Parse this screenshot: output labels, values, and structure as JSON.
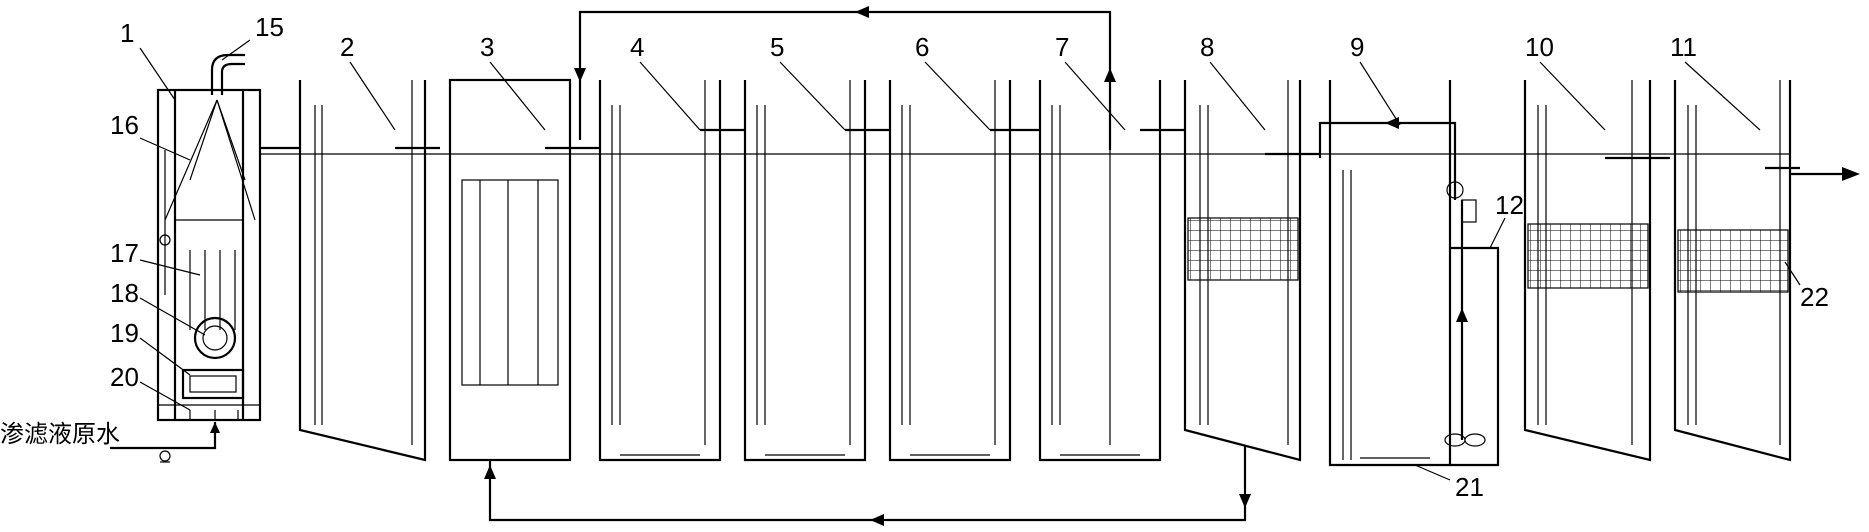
{
  "labels": {
    "n1": "1",
    "n2": "2",
    "n3": "3",
    "n4": "4",
    "n5": "5",
    "n6": "6",
    "n7": "7",
    "n8": "8",
    "n9": "9",
    "n10": "10",
    "n11": "11",
    "n12": "12",
    "n15": "15",
    "n16": "16",
    "n17": "17",
    "n18": "18",
    "n19": "19",
    "n20": "20",
    "n21": "21",
    "n22": "22"
  },
  "inlet_label": "渗滤液原水",
  "colors": {
    "line": "#000000",
    "background": "#ffffff"
  }
}
